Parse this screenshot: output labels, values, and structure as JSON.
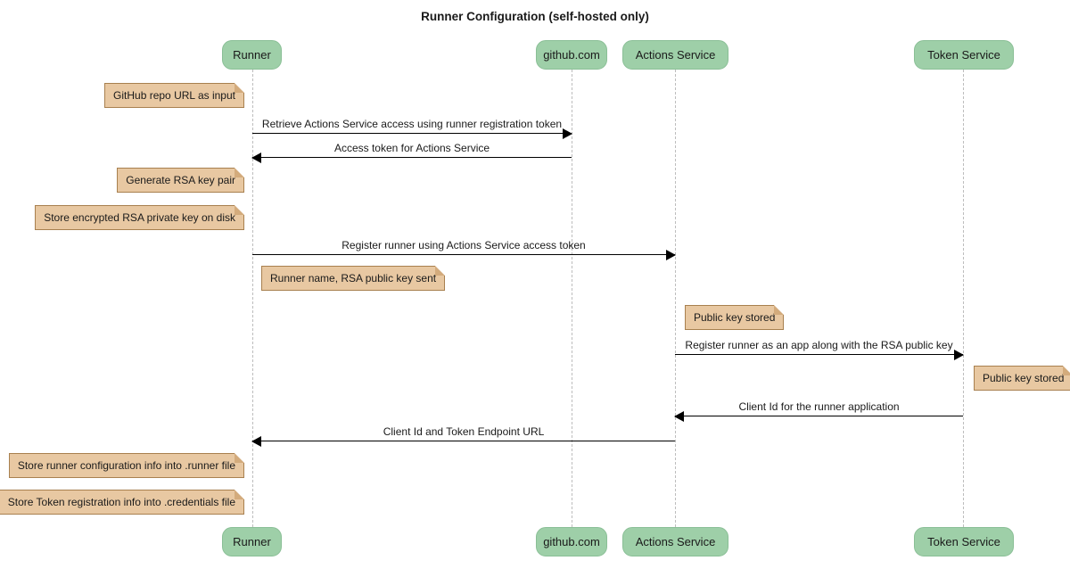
{
  "title": "Runner Configuration (self-hosted only)",
  "participants": [
    {
      "id": "runner",
      "label": "Runner"
    },
    {
      "id": "github",
      "label": "github.com"
    },
    {
      "id": "actions-service",
      "label": "Actions Service"
    },
    {
      "id": "token-service",
      "label": "Token Service"
    }
  ],
  "messages": [
    {
      "text": "Retrieve Actions Service access using runner registration token",
      "from": "Runner",
      "to": "github.com",
      "direction": "right"
    },
    {
      "text": "Access token for Actions Service",
      "from": "github.com",
      "to": "Runner",
      "direction": "left"
    },
    {
      "text": "Register runner using Actions Service access token",
      "from": "Runner",
      "to": "Actions Service",
      "direction": "right"
    },
    {
      "text": "Register runner as an app along with the RSA public key",
      "from": "Actions Service",
      "to": "Token Service",
      "direction": "right"
    },
    {
      "text": "Client Id for the runner application",
      "from": "Token Service",
      "to": "Actions Service",
      "direction": "left"
    },
    {
      "text": "Client Id and Token Endpoint URL",
      "from": "Actions Service",
      "to": "Runner",
      "direction": "left"
    }
  ],
  "notes": [
    {
      "text": "GitHub repo URL as input",
      "position": "left of Runner"
    },
    {
      "text": "Generate RSA key pair",
      "position": "left of Runner"
    },
    {
      "text": "Store encrypted RSA private key on disk",
      "position": "left of Runner"
    },
    {
      "text": "Runner name, RSA public key sent",
      "position": "right of Runner"
    },
    {
      "text": "Public key stored",
      "position": "right of Actions Service"
    },
    {
      "text": "Public key stored",
      "position": "right of Token Service"
    },
    {
      "text": "Store runner configuration info into .runner file",
      "position": "left of Runner"
    },
    {
      "text": "Store Token registration info into .credentials file",
      "position": "left of Runner"
    }
  ],
  "colors": {
    "background": "#ffffff",
    "participant_fill": "#9ecfa8",
    "participant_border": "#8abf96",
    "note_fill": "#e8c8a2",
    "note_border": "#a8804f",
    "note_fold": "#d3ab7c",
    "lifeline": "#bdbdbd",
    "arrow": "#000000"
  }
}
